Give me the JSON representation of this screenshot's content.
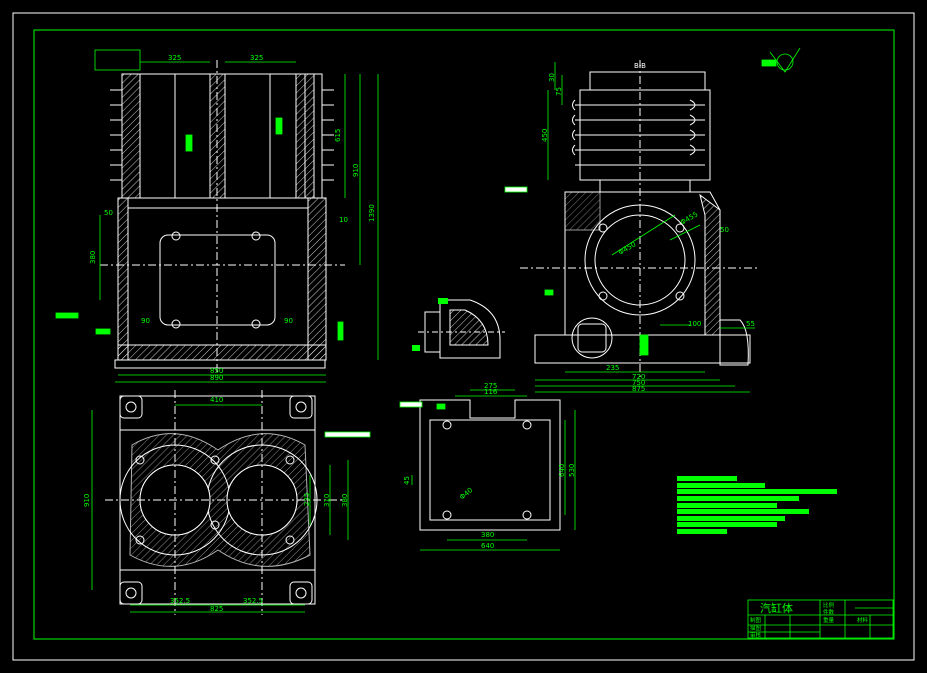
{
  "title_block": {
    "part_name": "汽缸体",
    "cells": [
      "比例",
      "件数",
      "重量",
      "材料",
      "制图",
      "描图",
      "审核"
    ]
  },
  "dimensions": {
    "front": {
      "top_left": "325",
      "top_right": "325",
      "h_615": "615",
      "h_910": "910",
      "h_1390": "1390",
      "h_380": "380",
      "w_850": "850",
      "w_890": "890",
      "d90_left": "90",
      "d90_right": "90",
      "d50": "50",
      "d10": "10"
    },
    "plan": {
      "w_410": "410",
      "h_910": "910",
      "h_310": "310",
      "h_380": "380",
      "h_235": "235",
      "w_352a": "352.5",
      "w_352b": "352.5",
      "w_825": "825"
    },
    "side": {
      "section": "B-B",
      "h_30": "30",
      "h_75": "75",
      "h_450": "450",
      "dia_455": "Φ455",
      "dia_450": "Φ450",
      "d50": "50",
      "d100": "100",
      "d55": "55",
      "w_235": "235",
      "w_720": "720",
      "w_750": "750",
      "w_875": "875"
    },
    "flange": {
      "w_275": "275",
      "w_116": "116",
      "h_640": "640",
      "h_530": "530",
      "h_45": "45",
      "r_40": "Φ40",
      "w_380": "380",
      "w_640": "640"
    }
  },
  "colors": {
    "line": "#ffffff",
    "dim": "#00ff00",
    "frame": "#00ff00",
    "hatch": "#ffffff",
    "mark": "#00ff00",
    "bg": "#000000"
  }
}
